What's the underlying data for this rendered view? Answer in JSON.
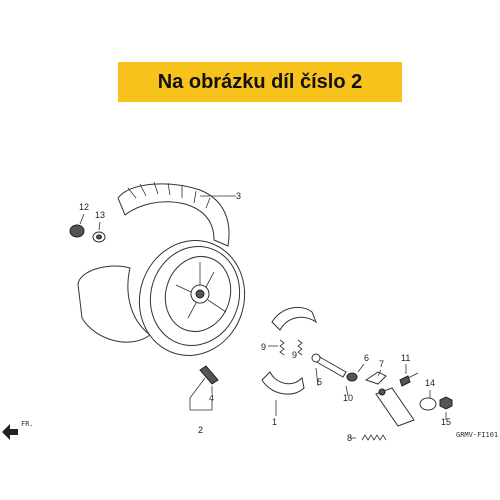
{
  "banner": {
    "text": "Na obrázku díl číslo 2",
    "color": "#f7c21b"
  },
  "labels": {
    "l1": "1",
    "l2": "2",
    "l3": "3",
    "l4": "4",
    "l5": "5",
    "l6": "6",
    "l7": "7",
    "l8": "8",
    "l9a": "9",
    "l9b": "9",
    "l10": "10",
    "l11": "11",
    "l12": "12",
    "l13": "13",
    "l14": "14",
    "l15": "15"
  },
  "direction_marker": "FR.",
  "diagram_code": "GRMV-FI101"
}
